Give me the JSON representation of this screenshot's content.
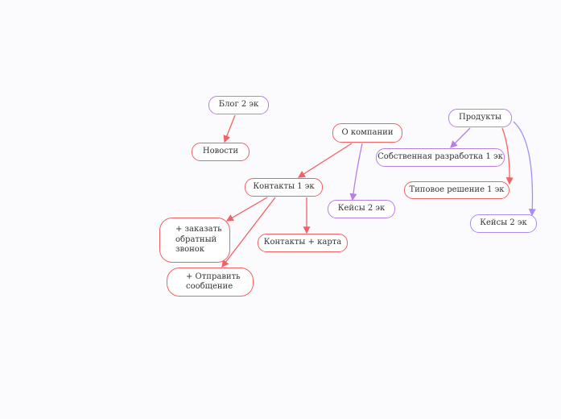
{
  "colors": {
    "background": "#fbfbfd",
    "red": "#f26163",
    "purple": "#b97ee4",
    "violet": "#a98cf3"
  },
  "nodes": {
    "blog": "Блог 2 эк",
    "news": "Новости",
    "about": "О компании",
    "contacts": "Контакты 1 эк",
    "callback": "+ заказать обратный звонок",
    "send_message": "+ Отправить сообщение",
    "contacts_map": "Контакты + карта",
    "cases_about": "Кейсы 2 эк",
    "products": "Продукты",
    "own_dev": "Собственная разработка 1 эк",
    "typical": "Типовое решение 1 эк",
    "cases_products": "Кейсы 2 эк"
  }
}
